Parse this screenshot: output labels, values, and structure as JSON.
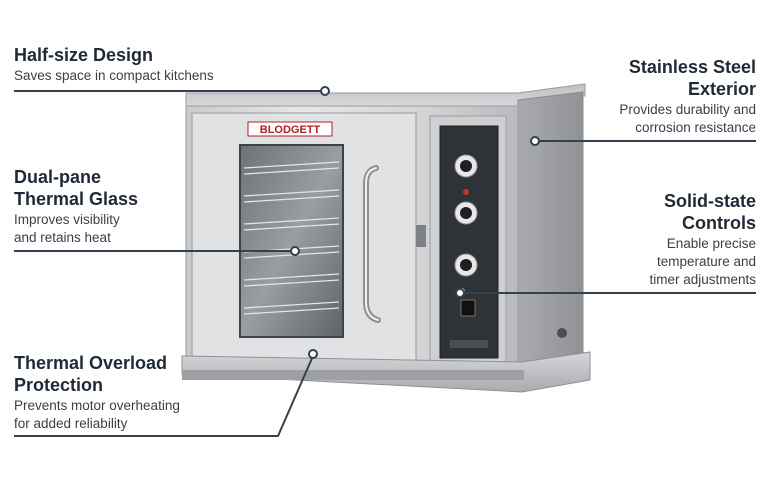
{
  "brand": "BLODGETT",
  "accent_color": "#33404f",
  "callouts": {
    "half_size": {
      "title": "Half-size Design",
      "desc": "Saves space in compact kitchens"
    },
    "stainless": {
      "title": "Stainless Steel\nExterior",
      "desc": "Provides durability and\ncorrosion resistance"
    },
    "dual_pane": {
      "title": "Dual-pane\nThermal Glass",
      "desc": "Improves visibility\nand retains heat"
    },
    "solid_state": {
      "title": "Solid-state\nControls",
      "desc": "Enable precise\ntemperature and\ntimer adjustments"
    },
    "overload": {
      "title": "Thermal Overload\nProtection",
      "desc": "Prevents motor overheating\nfor added reliability"
    }
  }
}
